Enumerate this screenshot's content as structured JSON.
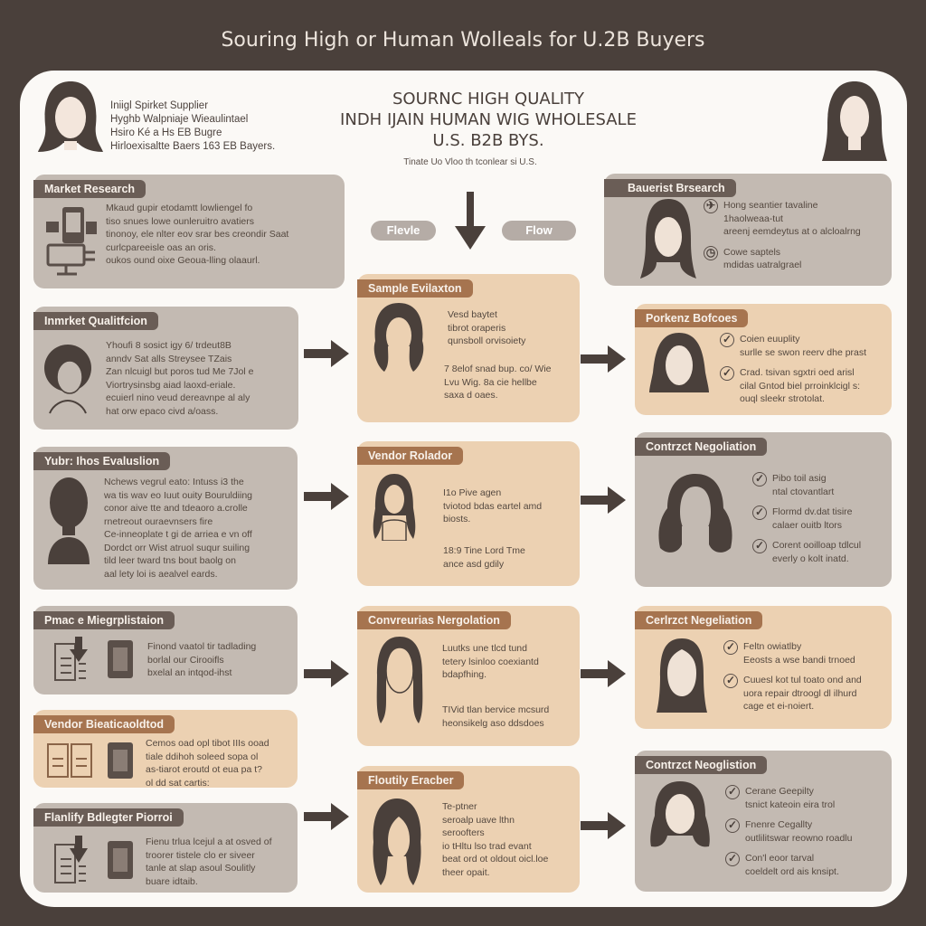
{
  "title": "Souring High or Human Wolleals for U.2B Buyers",
  "intro": [
    "Iniigl Spirket Supplier",
    "Hyghb Walpniaje Wieaulintael",
    "Hsiro Ké a Hs EB Bugre",
    "Hirloexisaltte Baers 163 EB Bayers."
  ],
  "center_title": [
    "SOURNC HIGH QUALITY",
    "INDH IJAIN HUMAN WIG WHOLESALE",
    "U.S. B2B BYS."
  ],
  "center_subtitle": "Tinate Uo Vloo th tconlear si U.S.",
  "pills": {
    "left": "Flevle",
    "right": "Flow"
  },
  "left": [
    {
      "label": "Market Research",
      "lines": [
        "Mkaud gupir etodamtt lowliengel fo",
        "tiso snues lowe ounleruitro avatiers",
        "tinonoy, ele nlter eov srar bes creondir Saat",
        "curlcpareeisle oas an oris.",
        "oukos ound oixe Geoua-lling olaaurl."
      ]
    },
    {
      "label": "Inmrket Qualitfcion",
      "lines": [
        "Yhoufi 8 sosict igy 6/ trdeut8B",
        "anndv Sat alls Streysee TZais",
        "Zan nlcuigl but poros tud Me 7Jol e",
        "Viortrysinsbg aiad laoxd-eriale.",
        "ecuierl nino veud dereavnpe al aly",
        "hat orw epaco civd a/oass."
      ]
    },
    {
      "label": "Yubr: Ihos Evaluslion",
      "lines": [
        "Nchews vegrul eato: Intuss i3 the",
        "wa tis wav eo Iuut ouity Bouruldiing",
        "conor aive tte and tdeaoro a.crolle",
        "rnetreout ouraevnsers fire",
        "Ce-inneoplate t gi de arriea e vn off",
        "Dordct orr Wist atruol suqur suiling",
        "tild leer tward tns bout baolg on",
        "aal lety loi is aealvel eards."
      ]
    },
    {
      "label": "Pmac e Miegrplistaion",
      "lines": [
        "Finond vaatol tir tadlading",
        "borlal our Cirooifls",
        "bxelal an intqod-ihst"
      ]
    },
    {
      "label": "Vendor Bieaticaoldtod",
      "lines": [
        "Cemos oad opl tibot IIIs ooad",
        "tiale ddihoh soleed sopa ol",
        "as-tiarot eroutd ot eua pa t?",
        "ol dd sat cartis:"
      ]
    },
    {
      "label": "Flanlify Bdlegter Piorroi",
      "lines": [
        "Fienu trlua lcejul a at osved of",
        "troorer tistele clo er siveer",
        "tanle at slap asoul Soulitly",
        "buare idtaib."
      ]
    }
  ],
  "middle": [
    {
      "label": "Sample Evilaxton",
      "lines_a": [
        "Vesd baytet",
        "tibrot oraperis",
        "qunsboll orvisoiety"
      ],
      "lines_b": [
        "7 8elof snad bup. co/ Wie",
        "Lvu Wig. 8a cie hellbe",
        "saxa d oaes."
      ]
    },
    {
      "label": "Vendor Rolador",
      "lines_a": [
        "I1o Pive agen",
        "tviotod bdas eartel amd",
        "biosts."
      ],
      "lines_b": [
        "18:9 Tine Lord Tme",
        "ance asd gdily"
      ]
    },
    {
      "label": "Convreurias Nergolation",
      "lines_a": [
        "Luutks une tlcd tund",
        "tetery lsinloo coexiantd",
        "bdapfhing."
      ],
      "lines_b": [
        "TIVid tlan bervice mcsurd",
        "heonsikelg aso ddsdoes"
      ]
    },
    {
      "label": "Floutily Eracber",
      "lines_a": [
        "Te-ptner",
        "seroalp uave lthn",
        "seroofters",
        "io tHltu lso trad evant",
        "beat ord ot oldout oicl.loe",
        "theer opait."
      ],
      "lines_b": []
    }
  ],
  "right": [
    {
      "label": "Bauerist Brsearch",
      "items": [
        [
          "Hong seantier tavaline",
          "1haolweaa-tut",
          "areenj eemdeytus at o alcloalrng"
        ],
        [
          "Cowe saptels",
          "mdidas uatralgrael"
        ]
      ]
    },
    {
      "label": "Porkenz Bofcoes",
      "items": [
        [
          "Coien euuplity",
          "surlle se swon reerv dhe prast"
        ],
        [
          "Crad. tsivan sgxtri oed arisl",
          "cilal Gntod biel prroinklcigl s:",
          "ouql sleekr strotolat."
        ]
      ]
    },
    {
      "label": "Contrzct Negoliation",
      "items": [
        [
          "Pibo toil asig",
          "ntal ctovantlart"
        ],
        [
          "Flormd dv.dat tisire",
          "calaer ouitb ltors"
        ],
        [
          "Corent ooilloap tdlcul",
          "everly o kolt inatd."
        ]
      ]
    },
    {
      "label": "Cerlrzct Negeliation",
      "items": [
        [
          "Feltn owiatlby",
          "Eeosts a wse bandi trnoed"
        ],
        [
          "Cuuesl kot tul toato ond and",
          "uora repair dtroogl dl ilhurd",
          "cage et ei-noiert."
        ]
      ]
    },
    {
      "label": "Contrzct Neoglistion",
      "items": [
        [
          "Cerane Geepilty",
          "tsnict kateoin eira trol"
        ],
        [
          "Fnenre Cegallty",
          "outlilitswar reowno roadlu"
        ],
        [
          "Con'l eoor tarval",
          "coeldelt ord ais knsipt."
        ]
      ]
    }
  ],
  "colors": {
    "background": "#4a403b",
    "gray_card": "#c3bab2",
    "tan_card": "#ecd1b2",
    "gray_label": "#6a5d56",
    "tan_label": "#a6744f"
  }
}
